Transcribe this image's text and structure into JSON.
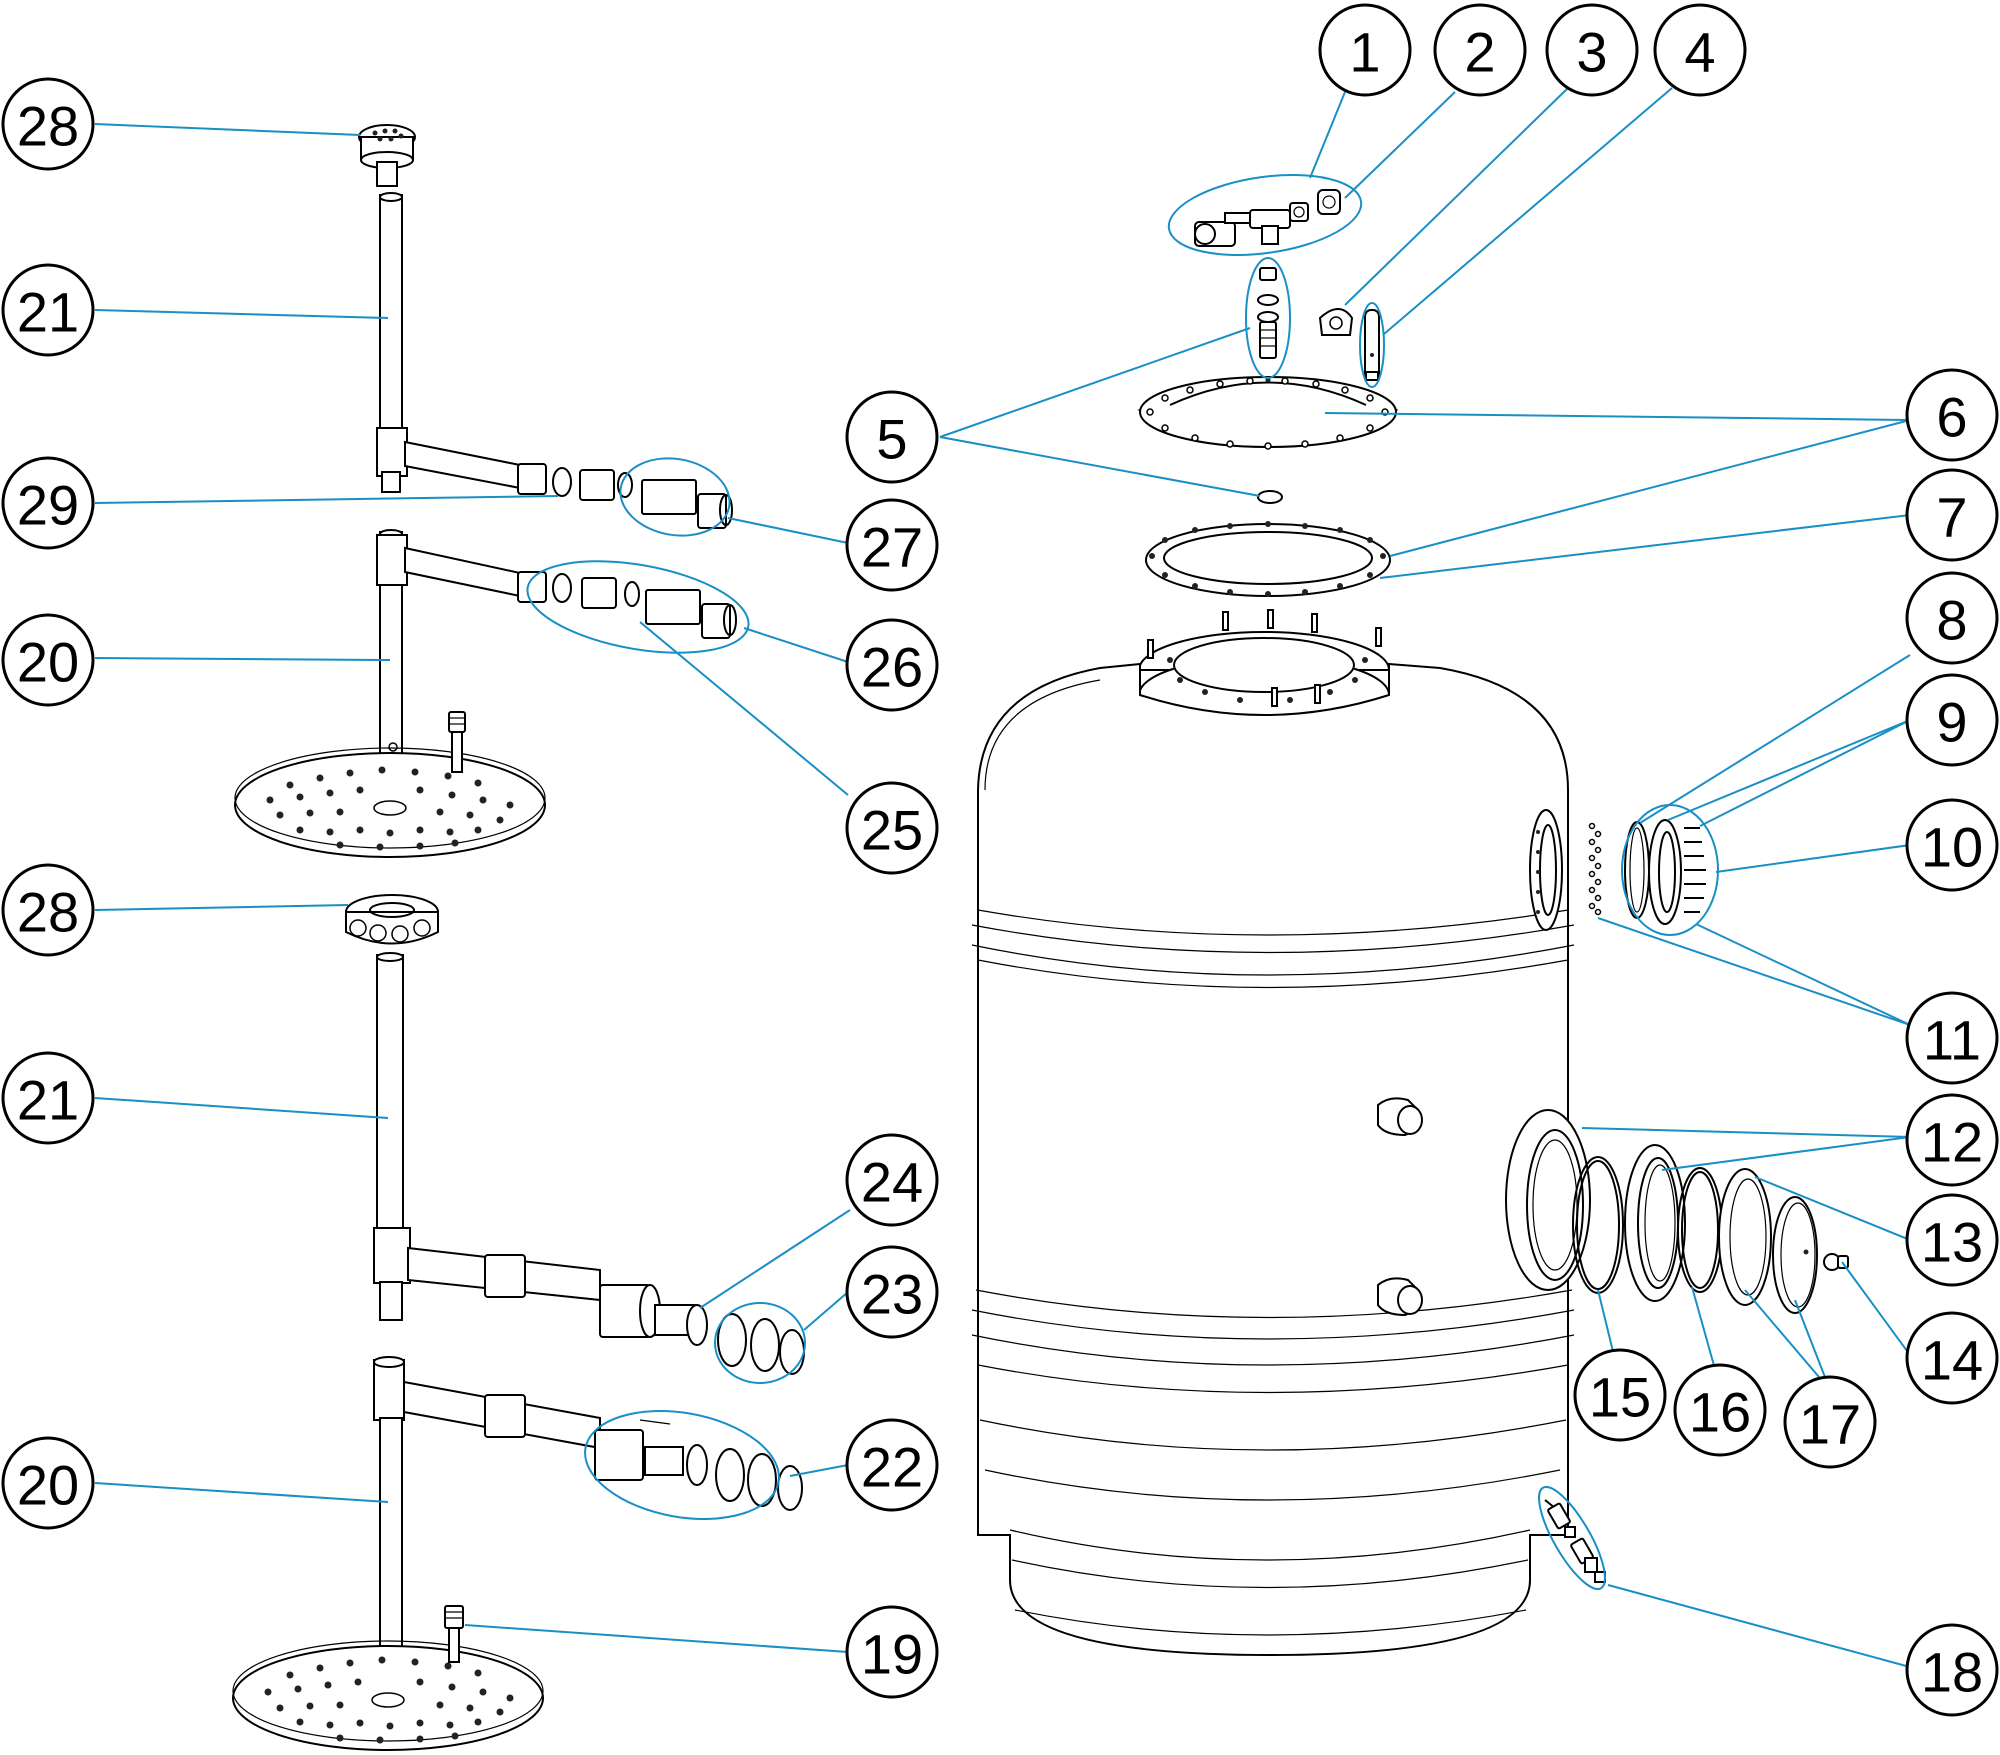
{
  "diagram": {
    "leader_color": "#1a8fc6",
    "line_color": "#000000",
    "callouts": [
      "1",
      "2",
      "3",
      "4",
      "5",
      "6",
      "7",
      "8",
      "9",
      "10",
      "11",
      "12",
      "13",
      "14",
      "15",
      "16",
      "17",
      "18",
      "19",
      "20",
      "21",
      "22",
      "23",
      "24",
      "25",
      "26",
      "27",
      "28",
      "29"
    ]
  }
}
